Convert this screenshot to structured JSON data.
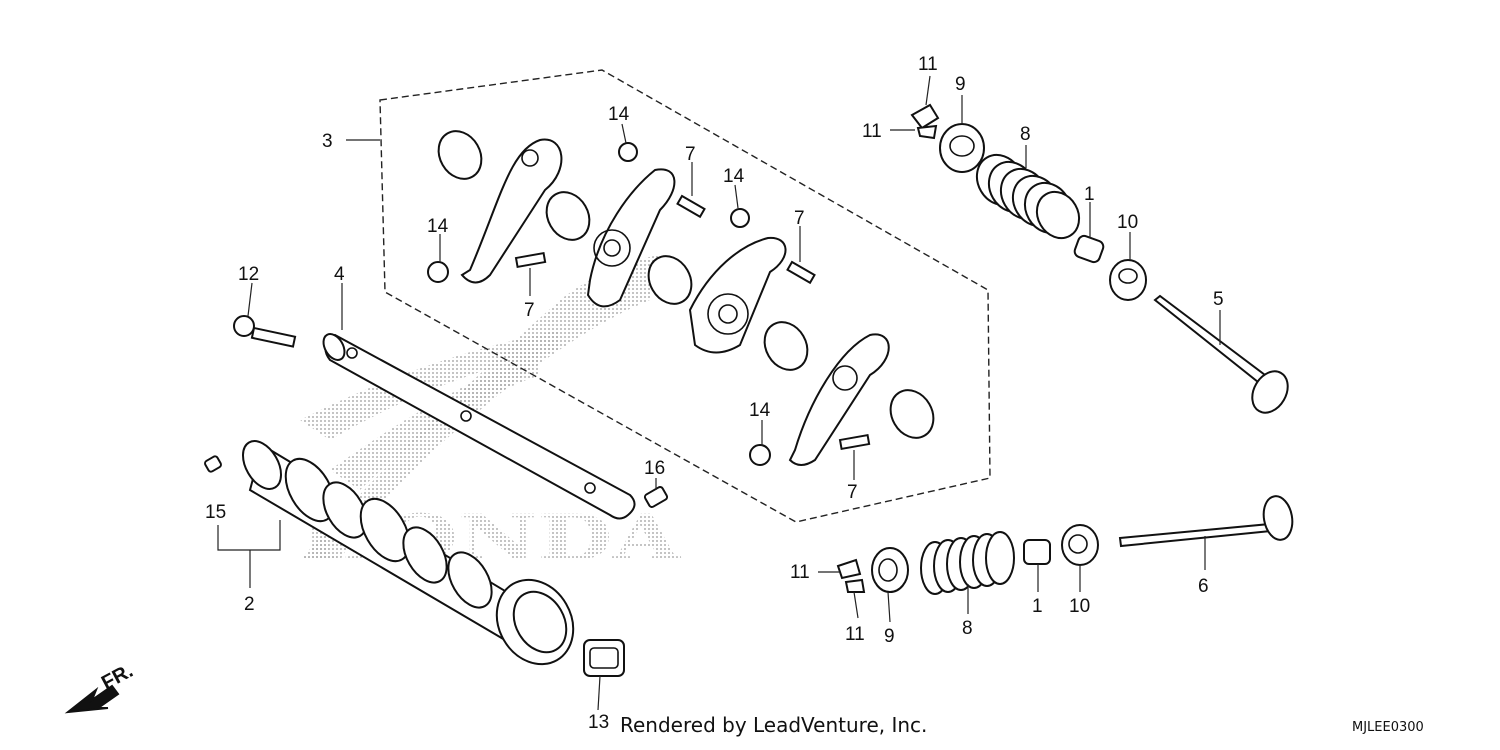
{
  "callouts": {
    "c1a": "1",
    "c1b": "1",
    "c2": "2",
    "c3": "3",
    "c4": "4",
    "c5": "5",
    "c6": "6",
    "c7a": "7",
    "c7b": "7",
    "c7c": "7",
    "c7d": "7",
    "c8a": "8",
    "c8b": "8",
    "c9a": "9",
    "c9b": "9",
    "c10a": "10",
    "c10b": "10",
    "c11a": "11",
    "c11b": "11",
    "c11c": "11",
    "c11d": "11",
    "c12": "12",
    "c13": "13",
    "c14a": "14",
    "c14b": "14",
    "c14c": "14",
    "c14d": "14",
    "c15": "15",
    "c16": "16"
  },
  "watermark_text": "HONDA",
  "direction_label": "FR.",
  "footer": {
    "credit": "Rendered by LeadVenture, Inc.",
    "diagram_code": "MJLEE0300"
  }
}
